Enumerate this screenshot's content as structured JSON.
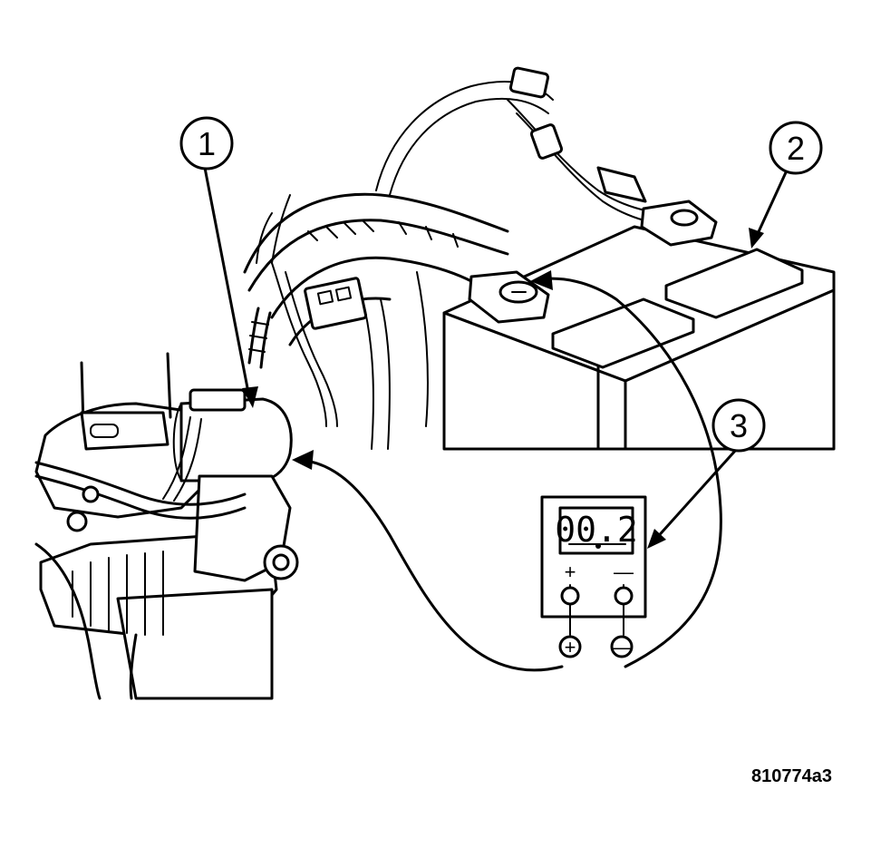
{
  "callouts": [
    {
      "id": "1",
      "label": "1"
    },
    {
      "id": "2",
      "label": "2"
    },
    {
      "id": "3",
      "label": "3"
    }
  ],
  "meter": {
    "reading": "00.2",
    "positive_sign": "+",
    "negative_sign": "—",
    "probe_positive": "+",
    "probe_negative": "—"
  },
  "figure_id": "810774a3",
  "icons": [
    "starter-motor-icon",
    "battery-icon",
    "voltmeter-icon",
    "wiring-harness-icon",
    "battery-terminal-icon"
  ]
}
